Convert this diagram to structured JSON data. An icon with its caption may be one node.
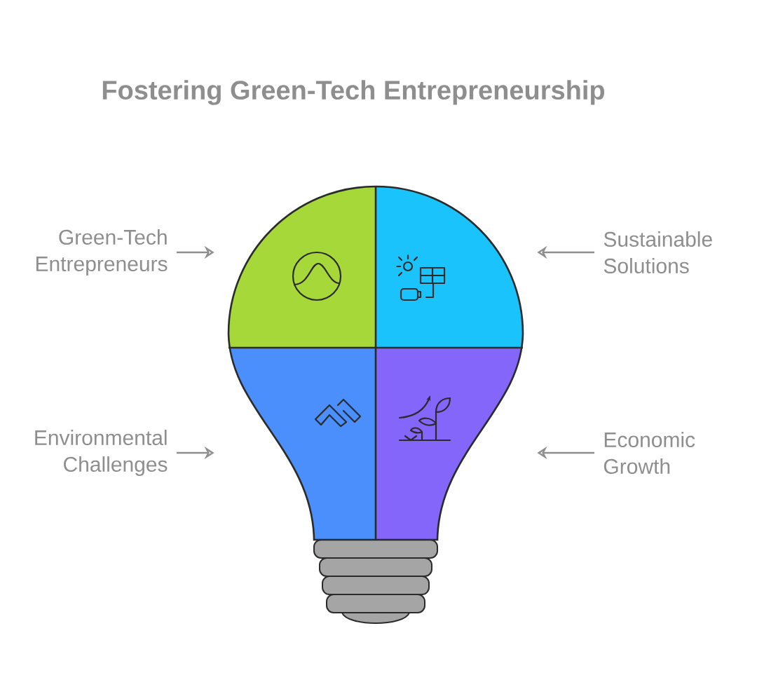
{
  "diagram": {
    "title": "Fostering Green-Tech Entrepreneurship",
    "nodes": [
      {
        "text": [],
        "shape": "box"
      },
      {
        "text": [],
        "shape": "box"
      },
      {
        "text": [],
        "shape": "box"
      },
      {
        "text": [],
        "shape": "box"
      },
      {
        "text": [
          "Green-Tech Entrepreneurs"
        ]
      },
      {
        "text": [
          "Sustainable Solutions"
        ]
      },
      {
        "text": [
          "Environmental Challenges"
        ]
      },
      {
        "text": [
          "Economic Growth"
        ]
      }
    ],
    "edges": [
      {
        "from": 4,
        "to": 0,
        "arrow": "to"
      },
      {
        "from": 5,
        "to": 1,
        "arrow": "to"
      },
      {
        "from": 6,
        "to": 2,
        "arrow": "to"
      },
      {
        "from": 7,
        "to": 3,
        "arrow": "to"
      }
    ]
  }
}
